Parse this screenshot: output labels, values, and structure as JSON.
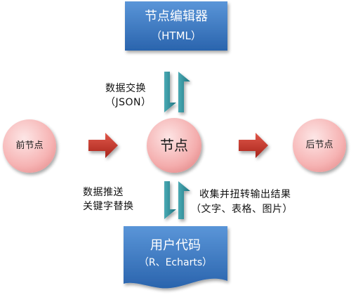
{
  "editor_box": {
    "title": "节点编辑器",
    "subtitle": "（HTML）"
  },
  "code_box": {
    "title": "用户代码",
    "subtitle": "（R、Echarts）"
  },
  "nodes": {
    "prev": "前节点",
    "center": "节点",
    "next": "后节点"
  },
  "labels": {
    "exchange_line1": "数据交换",
    "exchange_line2": "（JSON）",
    "push_line1": "数据推送",
    "push_line2": "关键字替换",
    "collect_line1": "收集并扭转输出结果",
    "collect_line2": "（文字、表格、图片）"
  },
  "colors": {
    "box_blue": "#3a78c0",
    "node_pink": "#f6b6b6",
    "arrow_red": "#c8382c",
    "arrow_teal": "#2f8f9a"
  }
}
